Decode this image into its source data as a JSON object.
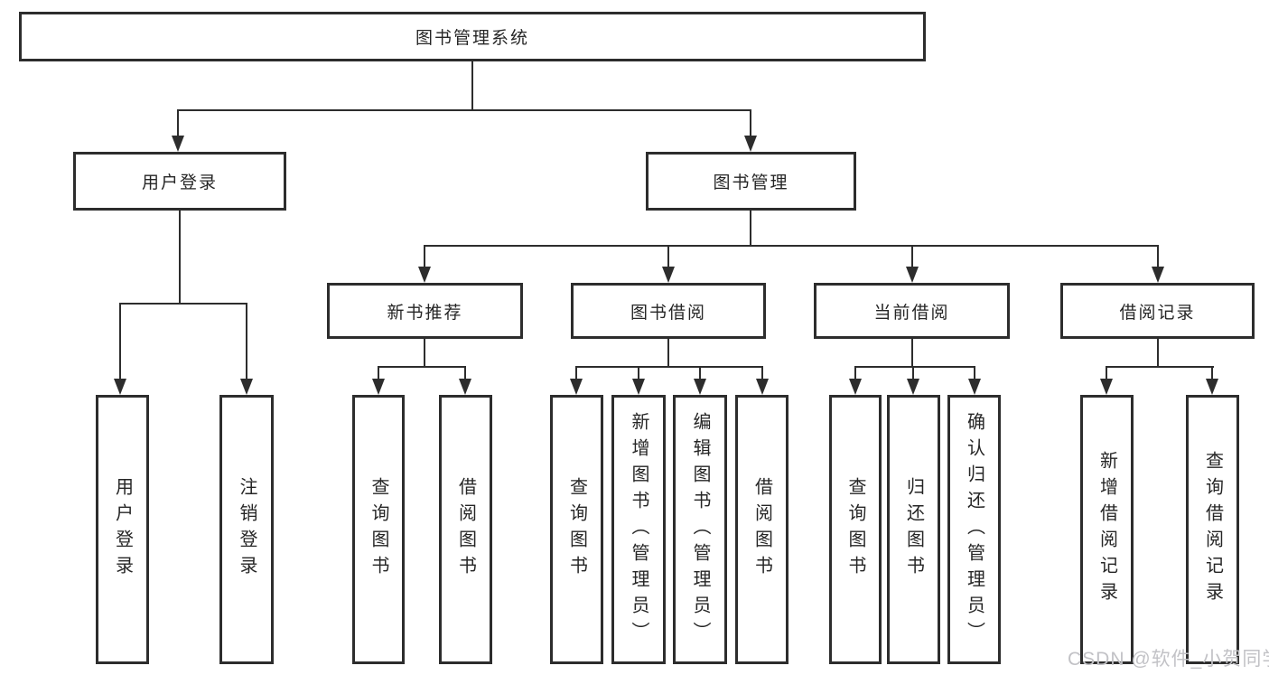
{
  "root": {
    "label": "图书管理系统"
  },
  "branches": {
    "user": {
      "label": "用户登录",
      "children": [
        {
          "label": "用户登录"
        },
        {
          "label": "注销登录"
        }
      ]
    },
    "book": {
      "label": "图书管理",
      "groups": [
        {
          "label": "新书推荐",
          "children": [
            {
              "label": "查询图书"
            },
            {
              "label": "借阅图书"
            }
          ]
        },
        {
          "label": "图书借阅",
          "children": [
            {
              "label": "查询图书"
            },
            {
              "label": "新增图书（管理员）"
            },
            {
              "label": "编辑图书（管理员）"
            },
            {
              "label": "借阅图书"
            }
          ]
        },
        {
          "label": "当前借阅",
          "children": [
            {
              "label": "查询图书"
            },
            {
              "label": "归还图书"
            },
            {
              "label": "确认归还（管理员）"
            }
          ]
        },
        {
          "label": "借阅记录",
          "children": [
            {
              "label": "新增借阅记录"
            },
            {
              "label": "查询借阅记录"
            }
          ]
        }
      ]
    }
  },
  "watermark": {
    "text": "CSDN @软件_小贺同学"
  },
  "colors": {
    "line": "#2d2d2d",
    "text": "#262626",
    "background": "#ffffff",
    "watermark": "#c2c2c6"
  }
}
